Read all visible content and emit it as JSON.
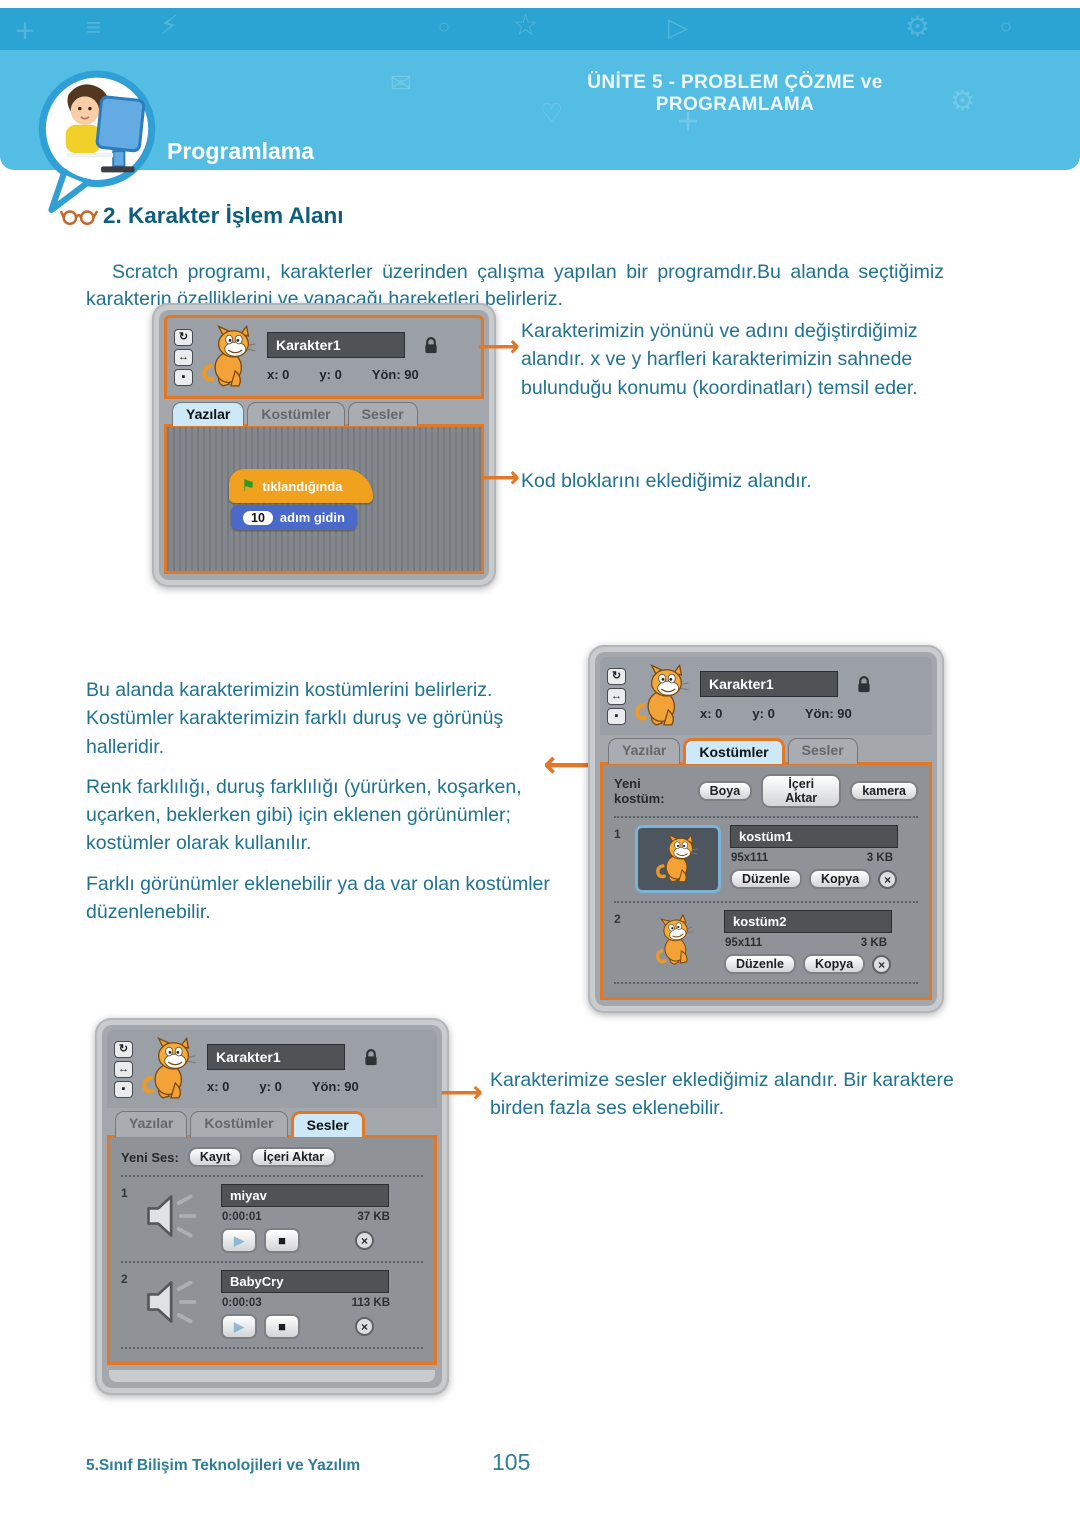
{
  "header": {
    "unit_title": "ÜNİTE 5 - PROBLEM ÇÖZME ve PROGRAMLAMA",
    "section_label": "Programlama"
  },
  "content": {
    "heading": "2. Karakter İşlem Alanı",
    "intro": "Scratch programı, karakterler üzerinden çalışma yapılan bir programdır.Bu alanda seçtiğimiz karakterin özelliklerini ve yapacağı hareketleri belirleriz.",
    "annotation_sprite_header": "Karakterimizin yönünü ve adını değiştirdiğimiz alandır. x ve y harfleri karakterimizin sahnede bulunduğu konumu (koordinatları) temsil eder.",
    "annotation_script_area": "Kod bloklarını eklediğimiz alandır.",
    "costumes_paragraphs": [
      "Bu alanda karakterimizin kostümlerini belirleriz. Kostümler karakterimizin farklı duruş ve görünüş halleridir.",
      "Renk farklılığı, duruş farklılığı (yürürken, koşarken, uçarken, beklerken gibi) için eklenen görünümler; kostümler olarak kullanılır.",
      "Farklı görünümler eklenebilir ya da var olan kostümler düzenlenebilir."
    ],
    "annotation_sounds": "Karakterimize sesler eklediğimiz alandır. Bir karaktere birden fazla ses eklenebilir."
  },
  "scratch": {
    "sprite_name": "Karakter1",
    "coords": {
      "x": "x: 0",
      "y": "y: 0",
      "direction": "Yön: 90"
    },
    "tabs": [
      "Yazılar",
      "Kostümler",
      "Sesler"
    ],
    "script_blocks": {
      "hat_label": "tıklandığında",
      "move_value": "10",
      "move_label": "adım gidin"
    },
    "costumes_panel": {
      "new_label": "Yeni kostüm:",
      "new_buttons": [
        "Boya",
        "İçeri Aktar",
        "kamera"
      ],
      "items": [
        {
          "index": "1",
          "name": "kostüm1",
          "dimensions": "95x111",
          "size": "3 KB",
          "edit_label": "Düzenle",
          "copy_label": "Kopya"
        },
        {
          "index": "2",
          "name": "kostüm2",
          "dimensions": "95x111",
          "size": "3 KB",
          "edit_label": "Düzenle",
          "copy_label": "Kopya"
        }
      ]
    },
    "sounds_panel": {
      "new_label": "Yeni Ses:",
      "new_buttons": [
        "Kayıt",
        "İçeri Aktar"
      ],
      "items": [
        {
          "index": "1",
          "name": "miyav",
          "duration": "0:00:01",
          "size": "37 KB"
        },
        {
          "index": "2",
          "name": "BabyCry",
          "duration": "0:00:03",
          "size": "113 KB"
        }
      ]
    }
  },
  "footer": {
    "book_title": "5.Sınıf Bilişim Teknolojileri ve Yazılım",
    "page_number": "105"
  },
  "icons": {
    "rotate": "↻",
    "resize": "↔",
    "record-dot": "▪",
    "green-flag": "⚑",
    "play": "▶",
    "stop": "■",
    "close": "×",
    "arrow-right": "⟶",
    "arrow-left": "⟵"
  },
  "colors": {
    "band_dark": "#2ba4d3",
    "band_light": "#54bde3",
    "accent_orange": "#e0782a",
    "body_text": "#1f7390",
    "heading_text": "#0d5e7d",
    "tab_active": "#cde8f6",
    "block_yellow": "#f0a11d",
    "block_blue": "#4a69c8",
    "flag_green": "#2f9a22"
  }
}
